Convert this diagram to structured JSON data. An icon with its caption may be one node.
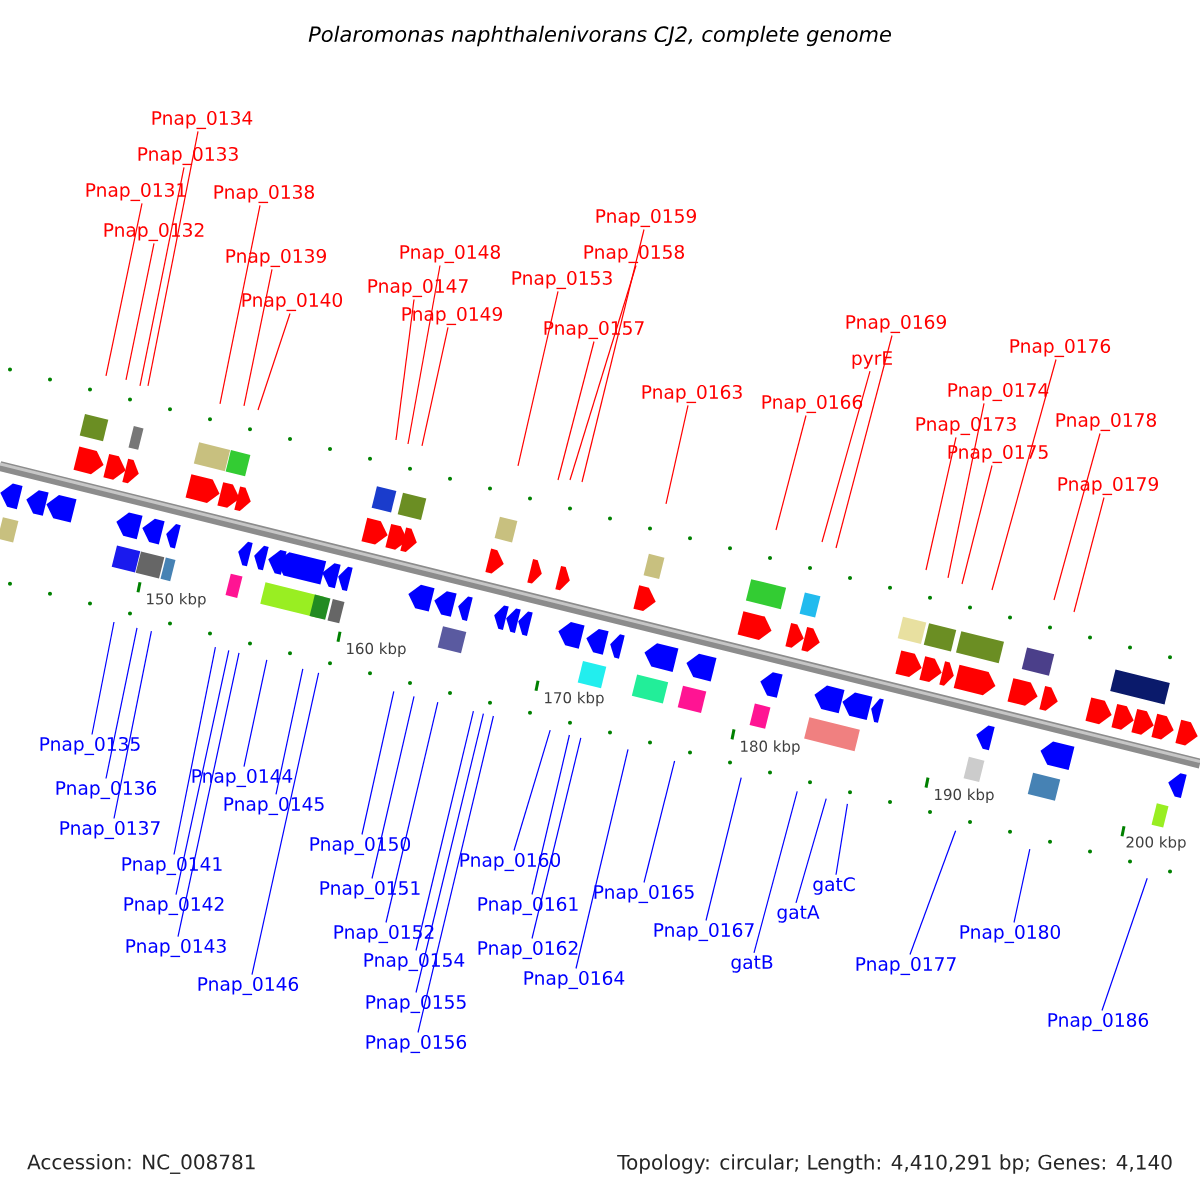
{
  "diagram": {
    "title": "Polaromonas naphthalenivorans CJ2, complete genome",
    "nodes": [
      {
        "text": [
          "Pnap_0134"
        ]
      },
      {
        "text": [
          "Pnap_0133"
        ]
      },
      {
        "text": [
          "Pnap_0131"
        ]
      },
      {
        "text": [
          "Pnap_0132"
        ]
      },
      {
        "text": [
          "Pnap_0138"
        ]
      },
      {
        "text": [
          "Pnap_0139"
        ]
      },
      {
        "text": [
          "Pnap_0140"
        ]
      },
      {
        "text": [
          "Pnap_0148"
        ]
      },
      {
        "text": [
          "Pnap_0147"
        ]
      },
      {
        "text": [
          "Pnap_0149"
        ]
      },
      {
        "text": [
          "Pnap_0159"
        ]
      },
      {
        "text": [
          "Pnap_0158"
        ]
      },
      {
        "text": [
          "Pnap_0153"
        ]
      },
      {
        "text": [
          "Pnap_0157"
        ]
      },
      {
        "text": [
          "Pnap_0163"
        ]
      },
      {
        "text": [
          "Pnap_0169"
        ]
      },
      {
        "text": [
          "pyrE"
        ]
      },
      {
        "text": [
          "Pnap_0166"
        ]
      },
      {
        "text": [
          "Pnap_0176"
        ]
      },
      {
        "text": [
          "Pnap_0174"
        ]
      },
      {
        "text": [
          "Pnap_0173"
        ]
      },
      {
        "text": [
          "Pnap_0175"
        ]
      },
      {
        "text": [
          "Pnap_0178"
        ]
      },
      {
        "text": [
          "Pnap_0179"
        ]
      },
      {
        "text": [
          "Pnap_0135"
        ]
      },
      {
        "text": [
          "Pnap_0136"
        ]
      },
      {
        "text": [
          "Pnap_0137"
        ]
      },
      {
        "text": [
          "Pnap_0141"
        ]
      },
      {
        "text": [
          "Pnap_0142"
        ]
      },
      {
        "text": [
          "Pnap_0143"
        ]
      },
      {
        "text": [
          "Pnap_0144"
        ]
      },
      {
        "text": [
          "Pnap_0145"
        ]
      },
      {
        "text": [
          "Pnap_0146"
        ]
      },
      {
        "text": [
          "Pnap_0150"
        ]
      },
      {
        "text": [
          "Pnap_0151"
        ]
      },
      {
        "text": [
          "Pnap_0152"
        ]
      },
      {
        "text": [
          "Pnap_0154"
        ]
      },
      {
        "text": [
          "Pnap_0155"
        ]
      },
      {
        "text": [
          "Pnap_0156"
        ]
      },
      {
        "text": [
          "Pnap_0160"
        ]
      },
      {
        "text": [
          "Pnap_0161"
        ]
      },
      {
        "text": [
          "Pnap_0162"
        ]
      },
      {
        "text": [
          "Pnap_0164"
        ]
      },
      {
        "text": [
          "Pnap_0165"
        ]
      },
      {
        "text": [
          "Pnap_0167"
        ]
      },
      {
        "text": [
          "gatB"
        ]
      },
      {
        "text": [
          "gatA"
        ]
      },
      {
        "text": [
          "gatC"
        ]
      },
      {
        "text": [
          "Pnap_0177"
        ]
      },
      {
        "text": [
          "Pnap_0180"
        ]
      },
      {
        "text": [
          "Pnap_0186"
        ]
      }
    ],
    "edges": [
      {
        "from": 0,
        "to": null,
        "arrow": "none",
        "color": "#ff0000"
      },
      {
        "from": 1,
        "to": null,
        "arrow": "none",
        "color": "#ff0000"
      },
      {
        "from": 2,
        "to": null,
        "arrow": "none",
        "color": "#ff0000"
      },
      {
        "from": 3,
        "to": null,
        "arrow": "none",
        "color": "#ff0000"
      },
      {
        "from": 4,
        "to": null,
        "arrow": "none",
        "color": "#ff0000"
      },
      {
        "from": 5,
        "to": null,
        "arrow": "none",
        "color": "#ff0000"
      },
      {
        "from": 6,
        "to": null,
        "arrow": "none",
        "color": "#ff0000"
      },
      {
        "from": 7,
        "to": null,
        "arrow": "none",
        "color": "#ff0000"
      },
      {
        "from": 8,
        "to": null,
        "arrow": "none",
        "color": "#ff0000"
      },
      {
        "from": 9,
        "to": null,
        "arrow": "none",
        "color": "#ff0000"
      },
      {
        "from": 10,
        "to": null,
        "arrow": "none",
        "color": "#ff0000"
      },
      {
        "from": 11,
        "to": null,
        "arrow": "none",
        "color": "#ff0000"
      },
      {
        "from": 12,
        "to": null,
        "arrow": "none",
        "color": "#ff0000"
      },
      {
        "from": 13,
        "to": null,
        "arrow": "none",
        "color": "#ff0000"
      },
      {
        "from": 14,
        "to": null,
        "arrow": "none",
        "color": "#ff0000"
      },
      {
        "from": 15,
        "to": null,
        "arrow": "none",
        "color": "#ff0000"
      },
      {
        "from": 16,
        "to": null,
        "arrow": "none",
        "color": "#ff0000"
      },
      {
        "from": 17,
        "to": null,
        "arrow": "none",
        "color": "#ff0000"
      },
      {
        "from": 18,
        "to": null,
        "arrow": "none",
        "color": "#ff0000"
      },
      {
        "from": 19,
        "to": null,
        "arrow": "none",
        "color": "#ff0000"
      },
      {
        "from": 20,
        "to": null,
        "arrow": "none",
        "color": "#ff0000"
      },
      {
        "from": 21,
        "to": null,
        "arrow": "none",
        "color": "#ff0000"
      },
      {
        "from": 22,
        "to": null,
        "arrow": "none",
        "color": "#ff0000"
      },
      {
        "from": 23,
        "to": null,
        "arrow": "none",
        "color": "#ff0000"
      },
      {
        "from": 24,
        "to": null,
        "arrow": "none"
      },
      {
        "from": 25,
        "to": null,
        "arrow": "none"
      },
      {
        "from": 26,
        "to": null,
        "arrow": "none"
      },
      {
        "from": 27,
        "to": null,
        "arrow": "none"
      },
      {
        "from": 28,
        "to": null,
        "arrow": "none"
      },
      {
        "from": 29,
        "to": null,
        "arrow": "none"
      },
      {
        "from": 30,
        "to": null,
        "arrow": "none"
      },
      {
        "from": 31,
        "to": null,
        "arrow": "none"
      },
      {
        "from": 32,
        "to": null,
        "arrow": "none"
      },
      {
        "from": 33,
        "to": null,
        "arrow": "none"
      },
      {
        "from": 34,
        "to": null,
        "arrow": "none"
      },
      {
        "from": 35,
        "to": null,
        "arrow": "none"
      },
      {
        "from": 36,
        "to": null,
        "arrow": "none"
      },
      {
        "from": 37,
        "to": null,
        "arrow": "none"
      },
      {
        "from": 38,
        "to": null,
        "arrow": "none"
      },
      {
        "from": 39,
        "to": null,
        "arrow": "none"
      },
      {
        "from": 40,
        "to": null,
        "arrow": "none"
      },
      {
        "from": 41,
        "to": null,
        "arrow": "none"
      },
      {
        "from": 42,
        "to": null,
        "arrow": "none"
      },
      {
        "from": 43,
        "to": null,
        "arrow": "none"
      },
      {
        "from": 44,
        "to": null,
        "arrow": "none"
      },
      {
        "from": 45,
        "to": null,
        "arrow": "none"
      },
      {
        "from": 46,
        "to": null,
        "arrow": "none"
      },
      {
        "from": 47,
        "to": null,
        "arrow": "none"
      },
      {
        "from": 48,
        "to": null,
        "arrow": "none"
      },
      {
        "from": 49,
        "to": null,
        "arrow": "none"
      },
      {
        "from": 50,
        "to": null,
        "arrow": "none"
      }
    ],
    "labels": [
      "150 kbp",
      "160 kbp",
      "170 kbp",
      "180 kbp",
      "190 kbp",
      "200 kbp",
      "Accession: NC_008781",
      "Topology: circular; Length: 4,410,291 bp; Genes: 4,140"
    ]
  }
}
